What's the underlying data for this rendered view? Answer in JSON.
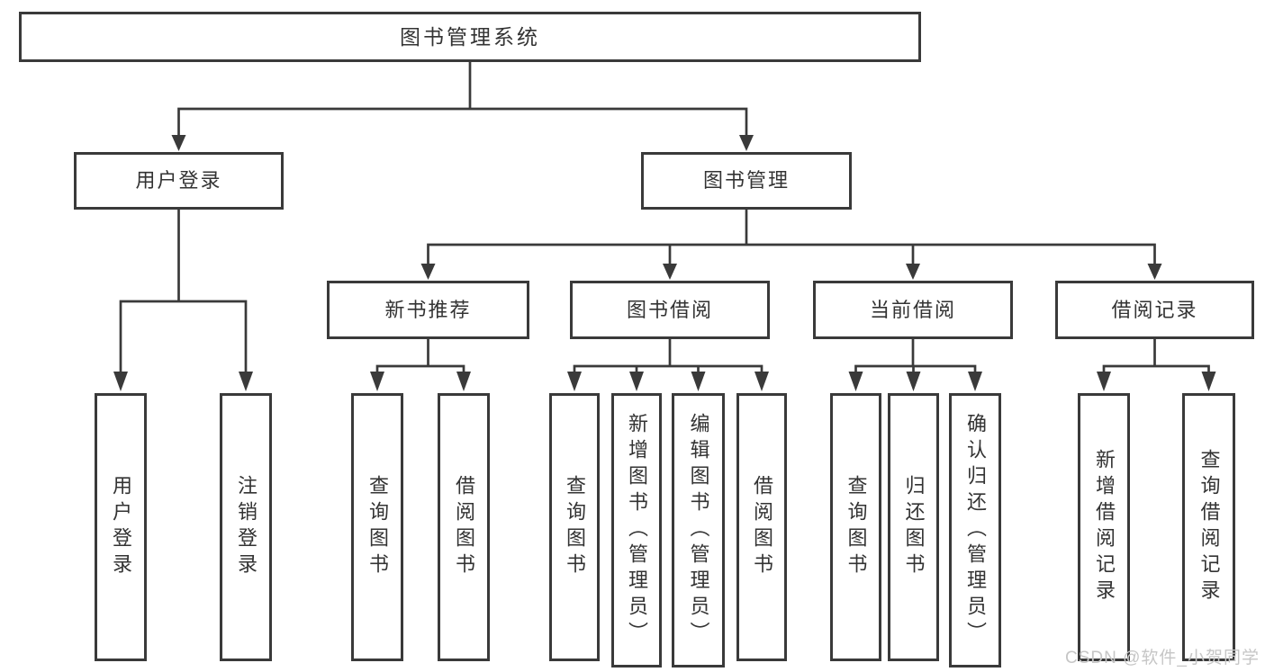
{
  "diagram": {
    "tree": {
      "label": "图书管理系统",
      "children": [
        {
          "label": "用户登录",
          "children": [
            {
              "label": "用户登录"
            },
            {
              "label": "注销登录"
            }
          ]
        },
        {
          "label": "图书管理",
          "children": [
            {
              "label": "新书推荐",
              "children": [
                {
                  "label": "查询图书"
                },
                {
                  "label": "借阅图书"
                }
              ]
            },
            {
              "label": "图书借阅",
              "children": [
                {
                  "label": "查询图书"
                },
                {
                  "label": "新增图书（管理员）"
                },
                {
                  "label": "编辑图书（管理员）"
                },
                {
                  "label": "借阅图书"
                }
              ]
            },
            {
              "label": "当前借阅",
              "children": [
                {
                  "label": "查询图书"
                },
                {
                  "label": "归还图书"
                },
                {
                  "label": "确认归还（管理员）"
                }
              ]
            },
            {
              "label": "借阅记录",
              "children": [
                {
                  "label": "新增借阅记录"
                },
                {
                  "label": "查询借阅记录"
                }
              ]
            }
          ]
        }
      ]
    },
    "watermark": "CSDN @软件_小贺同学",
    "colors": {
      "line": "#3a3a3a",
      "text": "#333333",
      "watermark": "#c6c6c6",
      "background": "#ffffff"
    }
  }
}
